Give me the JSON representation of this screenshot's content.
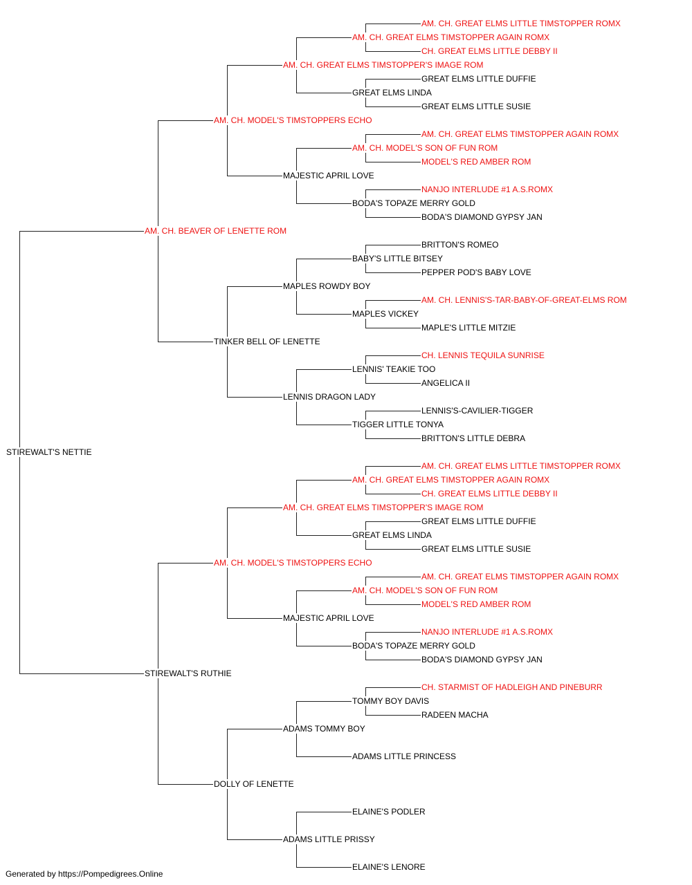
{
  "pedigree": {
    "name": "STIREWALT'S NETTIE",
    "champion": false,
    "sire": {
      "name": "AM. CH. BEAVER OF LENETTE ROM",
      "champion": true,
      "sire": {
        "name": "AM. CH. MODEL'S TIMSTOPPERS ECHO",
        "champion": true,
        "sire": {
          "name": "AM. CH. GREAT ELMS TIMSTOPPER'S IMAGE ROM",
          "champion": true,
          "sire": {
            "name": "AM. CH. GREAT ELMS TIMSTOPPER AGAIN ROMX",
            "champion": true,
            "sire": {
              "name": "AM. CH. GREAT ELMS LITTLE TIMSTOPPER ROMX",
              "champion": true
            },
            "dam": {
              "name": "CH. GREAT ELMS LITTLE DEBBY II",
              "champion": true
            }
          },
          "dam": {
            "name": "GREAT ELMS LINDA",
            "champion": false,
            "sire": {
              "name": "GREAT ELMS LITTLE DUFFIE",
              "champion": false
            },
            "dam": {
              "name": "GREAT ELMS LITTLE SUSIE",
              "champion": false
            }
          }
        },
        "dam": {
          "name": "MAJESTIC APRIL LOVE",
          "champion": false,
          "sire": {
            "name": "AM. CH. MODEL'S SON OF FUN ROM",
            "champion": true,
            "sire": {
              "name": "AM. CH. GREAT ELMS TIMSTOPPER AGAIN ROMX",
              "champion": true
            },
            "dam": {
              "name": "MODEL'S RED AMBER ROM",
              "champion": true
            }
          },
          "dam": {
            "name": "BODA'S TOPAZE MERRY GOLD",
            "champion": false,
            "sire": {
              "name": "NANJO INTERLUDE #1 A.S.ROMX",
              "champion": true
            },
            "dam": {
              "name": "BODA'S DIAMOND GYPSY JAN",
              "champion": false
            }
          }
        }
      },
      "dam": {
        "name": "TINKER BELL OF LENETTE",
        "champion": false,
        "sire": {
          "name": "MAPLES ROWDY BOY",
          "champion": false,
          "sire": {
            "name": "BABY'S LITTLE BITSEY",
            "champion": false,
            "sire": {
              "name": "BRITTON'S ROMEO",
              "champion": false
            },
            "dam": {
              "name": "PEPPER POD'S BABY LOVE",
              "champion": false
            }
          },
          "dam": {
            "name": "MAPLES VICKEY",
            "champion": false,
            "sire": {
              "name": "AM. CH. LENNIS'S-TAR-BABY-OF-GREAT-ELMS ROM",
              "champion": true
            },
            "dam": {
              "name": "MAPLE'S LITTLE MITZIE",
              "champion": false
            }
          }
        },
        "dam": {
          "name": "LENNIS DRAGON LADY",
          "champion": false,
          "sire": {
            "name": "LENNIS' TEAKIE TOO",
            "champion": false,
            "sire": {
              "name": "CH. LENNIS TEQUILA SUNRISE",
              "champion": true
            },
            "dam": {
              "name": "ANGELICA II",
              "champion": false
            }
          },
          "dam": {
            "name": "TIGGER LITTLE TONYA",
            "champion": false,
            "sire": {
              "name": "LENNIS'S-CAVILIER-TIGGER",
              "champion": false
            },
            "dam": {
              "name": "BRITTON'S LITTLE DEBRA",
              "champion": false
            }
          }
        }
      }
    },
    "dam": {
      "name": "STIREWALT'S RUTHIE",
      "champion": false,
      "sire": {
        "name": "AM. CH. MODEL'S TIMSTOPPERS ECHO",
        "champion": true,
        "sire": {
          "name": "AM. CH. GREAT ELMS TIMSTOPPER'S IMAGE ROM",
          "champion": true,
          "sire": {
            "name": "AM. CH. GREAT ELMS TIMSTOPPER AGAIN ROMX",
            "champion": true,
            "sire": {
              "name": "AM. CH. GREAT ELMS LITTLE TIMSTOPPER ROMX",
              "champion": true
            },
            "dam": {
              "name": "CH. GREAT ELMS LITTLE DEBBY II",
              "champion": true
            }
          },
          "dam": {
            "name": "GREAT ELMS LINDA",
            "champion": false,
            "sire": {
              "name": "GREAT ELMS LITTLE DUFFIE",
              "champion": false
            },
            "dam": {
              "name": "GREAT ELMS LITTLE SUSIE",
              "champion": false
            }
          }
        },
        "dam": {
          "name": "MAJESTIC APRIL LOVE",
          "champion": false,
          "sire": {
            "name": "AM. CH. MODEL'S SON OF FUN ROM",
            "champion": true,
            "sire": {
              "name": "AM. CH. GREAT ELMS TIMSTOPPER AGAIN ROMX",
              "champion": true
            },
            "dam": {
              "name": "MODEL'S RED AMBER ROM",
              "champion": true
            }
          },
          "dam": {
            "name": "BODA'S TOPAZE MERRY GOLD",
            "champion": false,
            "sire": {
              "name": "NANJO INTERLUDE #1 A.S.ROMX",
              "champion": true
            },
            "dam": {
              "name": "BODA'S DIAMOND GYPSY JAN",
              "champion": false
            }
          }
        }
      },
      "dam": {
        "name": "DOLLY OF LENETTE",
        "champion": false,
        "sire": {
          "name": "ADAMS TOMMY BOY",
          "champion": false,
          "sire": {
            "name": "TOMMY BOY DAVIS",
            "champion": false,
            "sire": {
              "name": "CH. STARMIST OF HADLEIGH AND PINEBURR",
              "champion": true
            },
            "dam": {
              "name": "RADEEN MACHA",
              "champion": false
            }
          },
          "dam": {
            "name": "ADAMS LITTLE PRINCESS",
            "champion": false
          }
        },
        "dam": {
          "name": "ADAMS LITTLE PRISSY",
          "champion": false,
          "sire": {
            "name": "ELAINE'S PODLER",
            "champion": false
          },
          "dam": {
            "name": "ELAINE'S LENORE",
            "champion": false
          }
        }
      }
    }
  },
  "footer": {
    "text": "Generated by https://Pompedigrees.Online"
  },
  "colors": {
    "champion": "#ee1111",
    "regular": "#000000",
    "line": "#222222"
  }
}
